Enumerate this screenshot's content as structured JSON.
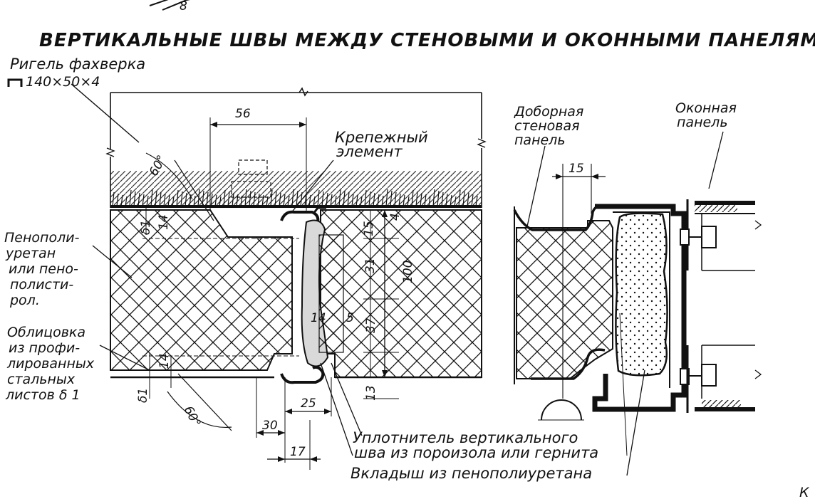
{
  "title": "ВЕРТИКАЛЬНЫЕ  ШВЫ МЕЖДУ СТЕНОВЫМИ И ОКОННЫМИ  ПАНЕЛЯМИ",
  "labels": {
    "rigel_line1": "Ригель фахверка",
    "rigel_line2": "140×50×4",
    "krepezh_line1": "Крепежный",
    "krepezh_line2": "элемент",
    "penopoli": [
      "Пенополи-",
      "уретан",
      "или пено-",
      "полисти-",
      "рол."
    ],
    "oblitsovka": [
      "Облицовка",
      "из профи-",
      "лированных",
      "стальных",
      "листов δ 1"
    ],
    "dobornaya": [
      "Доборная",
      "стеновая",
      "панель"
    ],
    "okonnaya": [
      "Оконная",
      "панель"
    ],
    "uplotnitel_line1": "Уплотнитель вертикального",
    "uplotnitel_line2": "шва из пороизола или гернита",
    "vkladysh": "Вкладыш из пенополиуретана",
    "corner_top": "8",
    "corner_bottom": "К"
  },
  "dimensions": {
    "d56": "56",
    "d60_top": "60°",
    "d60_bottom": "60°",
    "d81_top": "δ1",
    "d14_top": "14",
    "d15": "15",
    "d4": "4",
    "d31": "31",
    "d100": "100",
    "d14_mid": "14",
    "d5": "5",
    "d37": "37",
    "d14_bottom": "14",
    "d81_bottom": "δ1",
    "d25": "25",
    "d13": "13",
    "d30": "30",
    "d17": "17",
    "d15_right": "15"
  }
}
